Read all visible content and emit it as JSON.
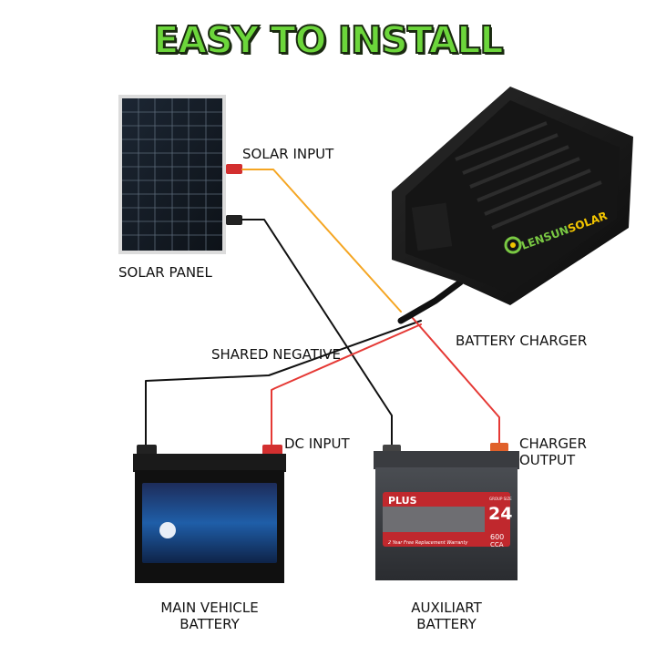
{
  "title": "EASY TO INSTALL",
  "labels": {
    "solar_panel": "SOLAR PANEL",
    "solar_input": "SOLAR INPUT",
    "battery_charger": "BATTERY CHARGER",
    "shared_negative": "SHARED NEGATIVE",
    "dc_input": "DC INPUT",
    "charger_output_line1": "CHARGER",
    "charger_output_line2": "OUTPUT",
    "main_battery_line1": "MAIN VEHICLE",
    "main_battery_line2": "BATTERY",
    "aux_battery_line1": "AUXILIART",
    "aux_battery_line2": "BATTERY"
  },
  "charger_brand": {
    "part1": "LENSUN",
    "part2": "SOLAR"
  },
  "aux_battery_badge": {
    "brand": "PLUS",
    "group_size_label": "GROUP SIZE",
    "group_size": "24",
    "warranty": "2 Year Free Replacement Warranty",
    "cca_value": "600",
    "cca_unit": "CCA"
  },
  "colors": {
    "title_fill": "#6cd63b",
    "wire_positive": "#e53935",
    "wire_solar": "#f5a623",
    "wire_negative": "#111111",
    "brand_green": "#7ac943",
    "brand_yellow": "#f2c500"
  }
}
